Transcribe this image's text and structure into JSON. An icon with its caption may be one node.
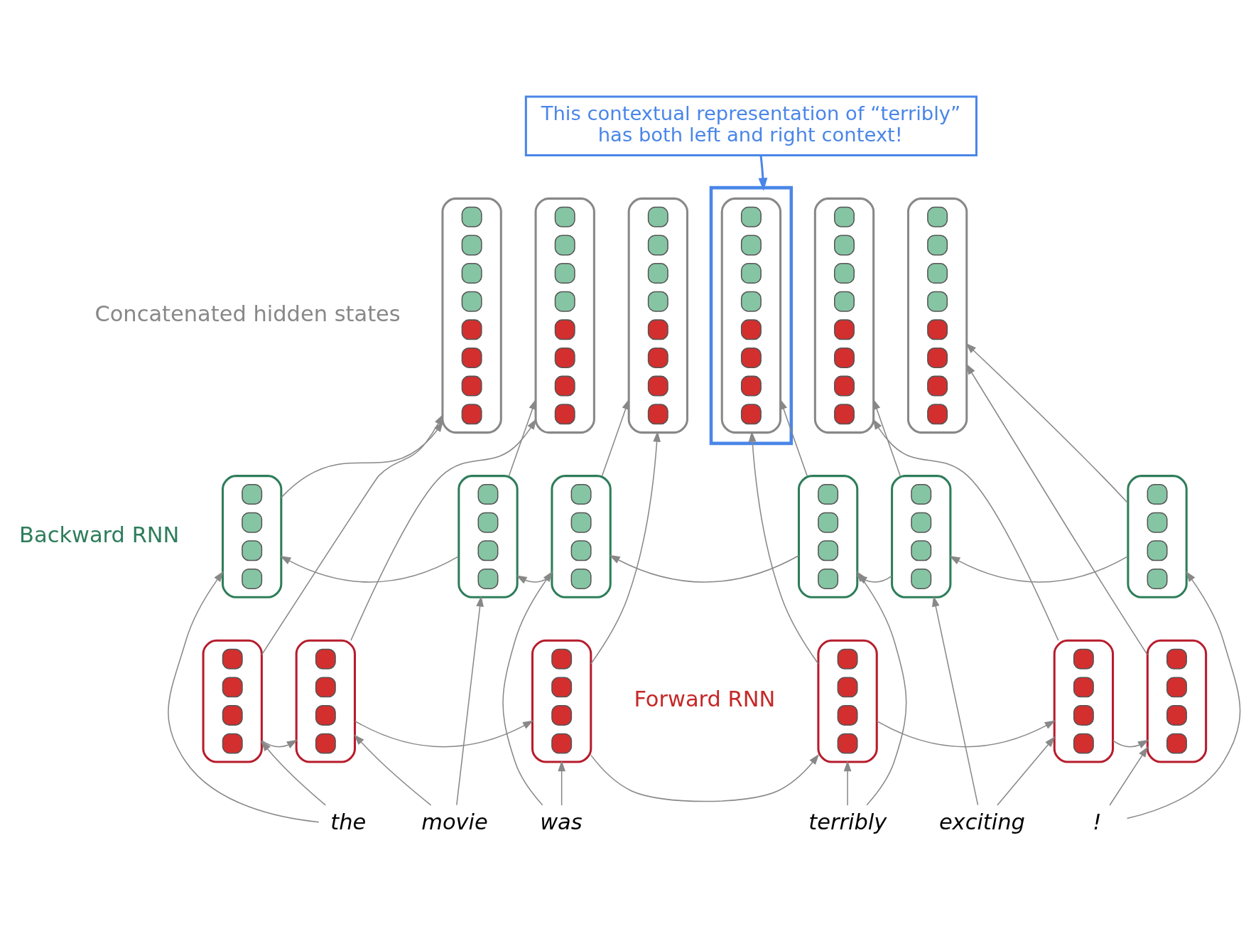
{
  "diagram": {
    "nodes": [
      {
        "text": [
          "This contextual representation of “terribly” has both left and right context!"
        ]
      },
      {
        "text": [],
        "shape": "box"
      },
      {
        "text": [],
        "shape": "box"
      },
      {
        "text": [],
        "shape": "box"
      },
      {
        "text": [],
        "shape": "box"
      },
      {
        "text": [],
        "shape": "box",
        "in": 1
      },
      {
        "text": [],
        "shape": "box"
      },
      {
        "text": [],
        "shape": "box"
      },
      {
        "text": [],
        "shape": "box"
      },
      {
        "text": [],
        "shape": "box"
      },
      {
        "text": [],
        "shape": "box"
      },
      {
        "text": [],
        "shape": "box"
      },
      {
        "text": [],
        "shape": "box"
      },
      {
        "text": [],
        "shape": "box"
      },
      {
        "text": [],
        "shape": "box"
      },
      {
        "text": [],
        "shape": "box"
      },
      {
        "text": [],
        "shape": "box"
      },
      {
        "text": [],
        "shape": "box"
      },
      {
        "text": [],
        "shape": "box"
      },
      {
        "text": [],
        "shape": "box"
      },
      {
        "text": [
          "the"
        ]
      },
      {
        "text": [
          "movie"
        ]
      },
      {
        "text": [
          "was"
        ]
      },
      {
        "text": [
          "terribly"
        ]
      },
      {
        "text": [
          "exciting"
        ]
      },
      {
        "text": [
          "!"
        ]
      }
    ],
    "edges": [
      {
        "from": 0,
        "to": 1,
        "arrow": "to",
        "color": "#4a86e8"
      },
      {
        "from": 20,
        "to": 14,
        "arrow": "to"
      },
      {
        "from": 20,
        "to": 8,
        "arrow": "to"
      },
      {
        "from": 21,
        "to": 15,
        "arrow": "to"
      },
      {
        "from": 21,
        "to": 9,
        "arrow": "to"
      },
      {
        "from": 22,
        "to": 16,
        "arrow": "to"
      },
      {
        "from": 22,
        "to": 10,
        "arrow": "to"
      },
      {
        "from": 23,
        "to": 17,
        "arrow": "to"
      },
      {
        "from": 23,
        "to": 11,
        "arrow": "to"
      },
      {
        "from": 24,
        "to": 18,
        "arrow": "to"
      },
      {
        "from": 24,
        "to": 12,
        "arrow": "to"
      },
      {
        "from": 25,
        "to": 19,
        "arrow": "to"
      },
      {
        "from": 25,
        "to": 13,
        "arrow": "to"
      },
      {
        "from": 14,
        "to": 15,
        "arrow": "to"
      },
      {
        "from": 15,
        "to": 16,
        "arrow": "to"
      },
      {
        "from": 16,
        "to": 17,
        "arrow": "to"
      },
      {
        "from": 17,
        "to": 18,
        "arrow": "to"
      },
      {
        "from": 18,
        "to": 19,
        "arrow": "to"
      },
      {
        "from": 13,
        "to": 12,
        "arrow": "to"
      },
      {
        "from": 12,
        "to": 11,
        "arrow": "to"
      },
      {
        "from": 11,
        "to": 10,
        "arrow": "to"
      },
      {
        "from": 10,
        "to": 9,
        "arrow": "to"
      },
      {
        "from": 9,
        "to": 8,
        "arrow": "to"
      },
      {
        "from": 14,
        "to": 2,
        "arrow": "to"
      },
      {
        "from": 8,
        "to": 2,
        "arrow": "to"
      },
      {
        "from": 15,
        "to": 3,
        "arrow": "to"
      },
      {
        "from": 9,
        "to": 3,
        "arrow": "to"
      },
      {
        "from": 16,
        "to": 4,
        "arrow": "to"
      },
      {
        "from": 10,
        "to": 4,
        "arrow": "to"
      },
      {
        "from": 17,
        "to": 5,
        "arrow": "to"
      },
      {
        "from": 11,
        "to": 5,
        "arrow": "to"
      },
      {
        "from": 18,
        "to": 6,
        "arrow": "to"
      },
      {
        "from": 12,
        "to": 6,
        "arrow": "to"
      },
      {
        "from": 19,
        "to": 7,
        "arrow": "to"
      },
      {
        "from": 13,
        "to": 7,
        "arrow": "to"
      }
    ],
    "labels": [
      "Concatenated hidden states",
      "Backward RNN",
      "Forward RNN"
    ]
  }
}
